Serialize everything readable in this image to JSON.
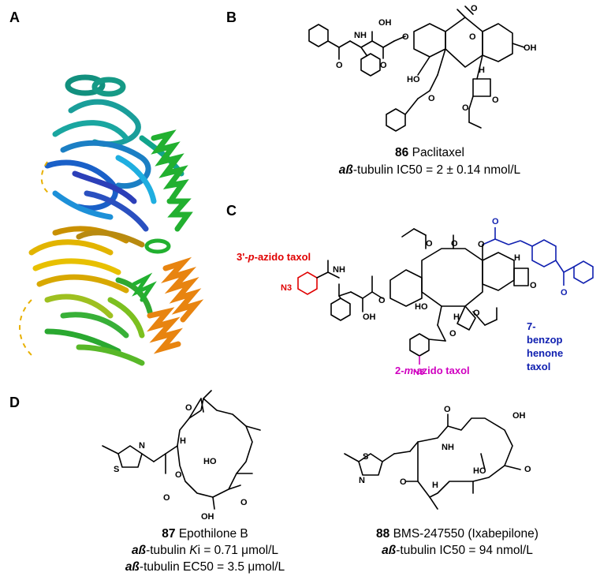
{
  "panels": {
    "a": {
      "letter": "A"
    },
    "b": {
      "letter": "B",
      "compound_number": "86",
      "compound_name": " Paclitaxel",
      "activity_prefix": "aß",
      "activity_text": "-tubulin IC50 = 2 ± 0.14 nmol/L"
    },
    "c": {
      "letter": "C",
      "label_azido_3": "3'-p-azido taxol",
      "label_azido_3_pre": "3'-",
      "label_azido_3_ital": "p",
      "label_azido_3_post": "-azido taxol",
      "label_azido_2_pre": "2-",
      "label_azido_2_ital": "m",
      "label_azido_2_post": "-azido taxol",
      "label_benzophenone_1": "7-",
      "label_benzophenone_2": "benzop",
      "label_benzophenone_3": "henone",
      "label_benzophenone_4": "taxol"
    },
    "d": {
      "letter": "D",
      "cmpd87_number": "87",
      "cmpd87_name": " Epothilone B",
      "cmpd87_line1_prefix": "aß",
      "cmpd87_line1_mid": "-tubulin ",
      "cmpd87_line1_k": "K",
      "cmpd87_line1_text": "i = 0.71 μmol/L",
      "cmpd87_line2_prefix": "aß",
      "cmpd87_line2_text": "-tubulin EC50 = 3.5 μmol/L",
      "cmpd88_number": "88",
      "cmpd88_name": " BMS-247550 (Ixabepilone)",
      "cmpd88_line1_prefix": "aß",
      "cmpd88_line1_text": "-tubulin IC50 = 94 nmol/L"
    }
  },
  "atoms": {
    "O": "O",
    "OH": "OH",
    "HO": "HO",
    "H": "H",
    "N": "N",
    "NH": "NH",
    "S": "S",
    "N3": "N3"
  },
  "colors": {
    "red": "#e00000",
    "magenta": "#d000c0",
    "blue": "#1020b0"
  }
}
